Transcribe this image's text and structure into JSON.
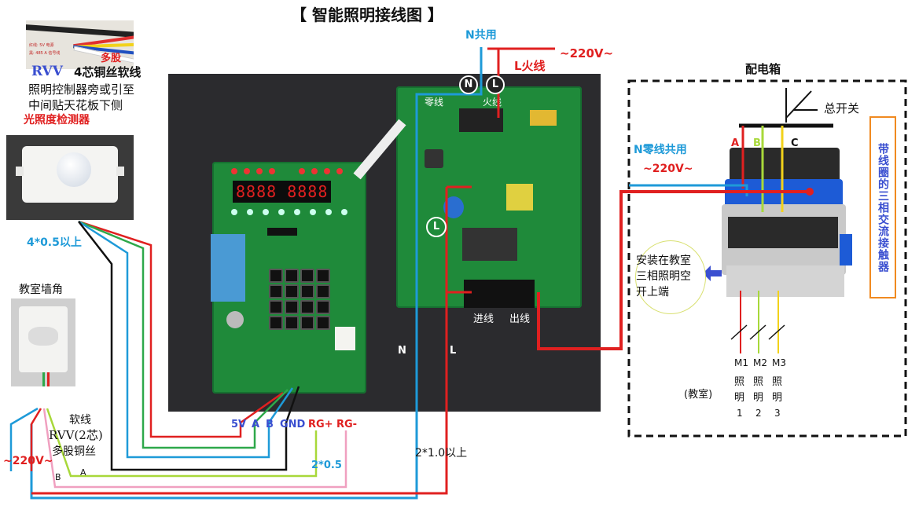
{
  "title": "【 智能照明接线图 】",
  "top": {
    "n_shared": "N共用",
    "l_fire": "L火线",
    "v220": "~220V~",
    "n_badge": "N",
    "l_badge": "L"
  },
  "sensor": {
    "cable_many": "多股",
    "cable_type": "RVV",
    "cable_desc": "4芯铜丝软线",
    "mount_line1": "照明控制器旁或引至",
    "mount_line2": "中间贴天花板下侧",
    "name": "光照度检测器",
    "spec": "4*0.5以上",
    "cable_tiny1": "红线: 5V 电源",
    "cable_tiny2": "黑: 485 A  信号线"
  },
  "pir": {
    "location": "教室墙角",
    "soft": "软线",
    "rvv": "RVV(2芯)",
    "copper": "多股铜丝",
    "v220": "~220V~",
    "b": "B",
    "a": "A"
  },
  "board": {
    "display": "8888 8888",
    "l_badge": "L",
    "terminals": [
      "5V",
      "A",
      "B",
      "GND",
      "RG+",
      "RG-"
    ],
    "spec_rg": "2*0.5",
    "n_label": "N",
    "l_label": "L",
    "main_spec": "2*1.0以上",
    "pcb_in": "进线",
    "pcb_out": "出线",
    "pcb_zero": "零线",
    "pcb_fire": "火线"
  },
  "cabinet": {
    "title": "配电箱",
    "main_switch": "总开关",
    "phases": [
      "A",
      "B",
      "C"
    ],
    "n_shared": "N零线共用",
    "v220": "~220V~",
    "contactor_label": "带线圈的三相交流接触器",
    "install_line1": "安装在教室",
    "install_line2": "三相照明空",
    "install_line3": "开上端",
    "breakers": [
      "M1",
      "M2",
      "M3"
    ],
    "classroom": "(教室)",
    "lighting": [
      [
        "照",
        "明",
        "1"
      ],
      [
        "照",
        "明",
        "2"
      ],
      [
        "照",
        "明",
        "3"
      ]
    ]
  },
  "colors": {
    "red": "#e02020",
    "blue": "#1e9ad8",
    "green": "#2ea84a",
    "lime": "#a8d83a",
    "yellow": "#f2d21a",
    "pink": "#f0a0c0",
    "black": "#111111",
    "orange": "#f08a20",
    "title_blue": "#3a4fd0"
  }
}
